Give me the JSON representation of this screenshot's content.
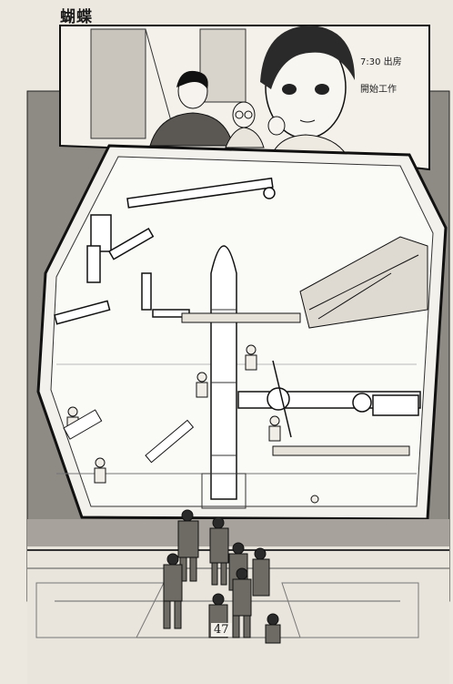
{
  "title": "蝴蝶",
  "caption": {
    "time": "7:30 出房",
    "text": "開始工作"
  },
  "page_number": "47",
  "colors": {
    "paper": "#ece8df",
    "ink": "#1a1a1a",
    "screen_tone": "#9a9690"
  }
}
